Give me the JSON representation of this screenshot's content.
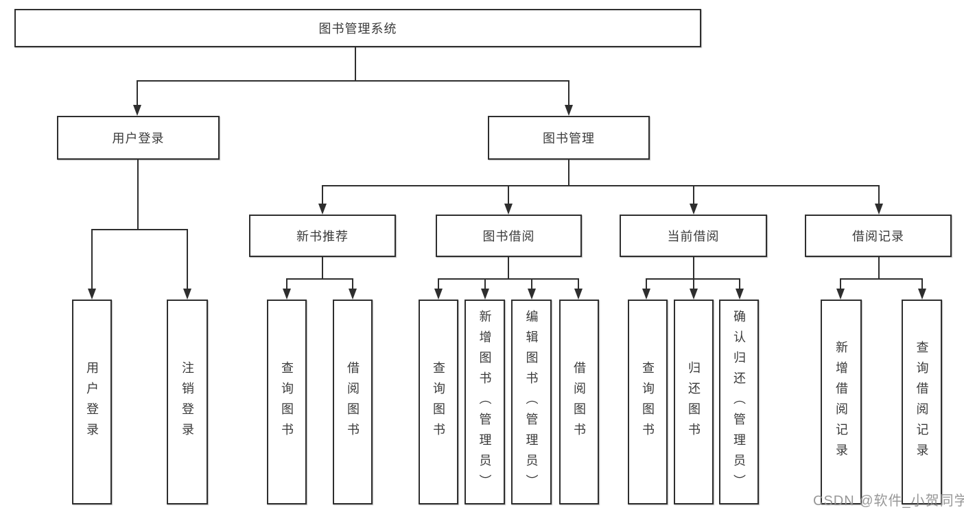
{
  "diagram": {
    "root": {
      "label": "图书管理系统",
      "children": [
        {
          "label": "用户登录",
          "children": [
            {
              "label": "用户登录"
            },
            {
              "label": "注销登录"
            }
          ]
        },
        {
          "label": "图书管理",
          "children": [
            {
              "label": "新书推荐",
              "children": [
                {
                  "label": "查询图书"
                },
                {
                  "label": "借阅图书"
                }
              ]
            },
            {
              "label": "图书借阅",
              "children": [
                {
                  "label": "查询图书"
                },
                {
                  "label": "新增图书（管理员）"
                },
                {
                  "label": "编辑图书（管理员）"
                },
                {
                  "label": "借阅图书"
                }
              ]
            },
            {
              "label": "当前借阅",
              "children": [
                {
                  "label": "查询图书"
                },
                {
                  "label": "归还图书"
                },
                {
                  "label": "确认归还（管理员）"
                }
              ]
            },
            {
              "label": "借阅记录",
              "children": [
                {
                  "label": "新增借阅记录"
                },
                {
                  "label": "查询借阅记录"
                }
              ]
            }
          ]
        }
      ]
    }
  },
  "watermark": {
    "text": "CSDN @软件_小贺同学"
  },
  "colors": {
    "line": "#2e2e2e",
    "text": "#3a3a3a",
    "watermark": "#8f8f8f",
    "background": "#ffffff"
  }
}
